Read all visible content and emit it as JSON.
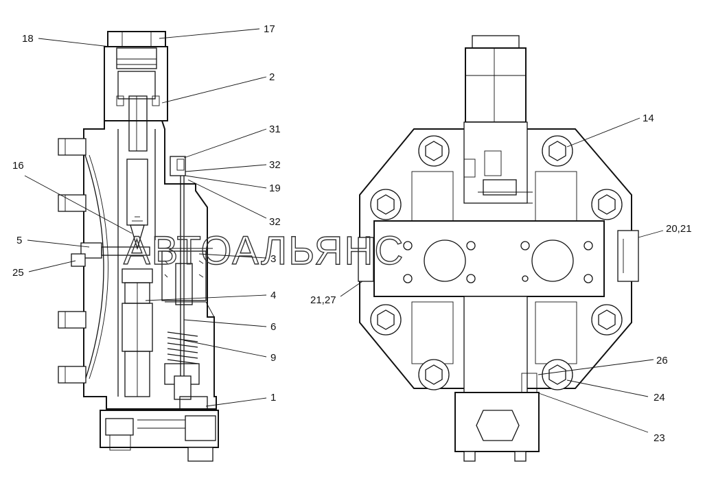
{
  "watermark": "АВТОАЛЬЯНС",
  "callouts": {
    "c17": "17",
    "c18": "18",
    "c2": "2",
    "c31": "31",
    "c32a": "32",
    "c19": "19",
    "c32b": "32",
    "c16": "16",
    "c5": "5",
    "c25": "25",
    "c3": "3",
    "c4": "4",
    "c6": "6",
    "c9": "9",
    "c1": "1",
    "c14": "14",
    "c2021": "20,21",
    "c2127": "21,27",
    "c26": "26",
    "c24": "24",
    "c23": "23"
  }
}
